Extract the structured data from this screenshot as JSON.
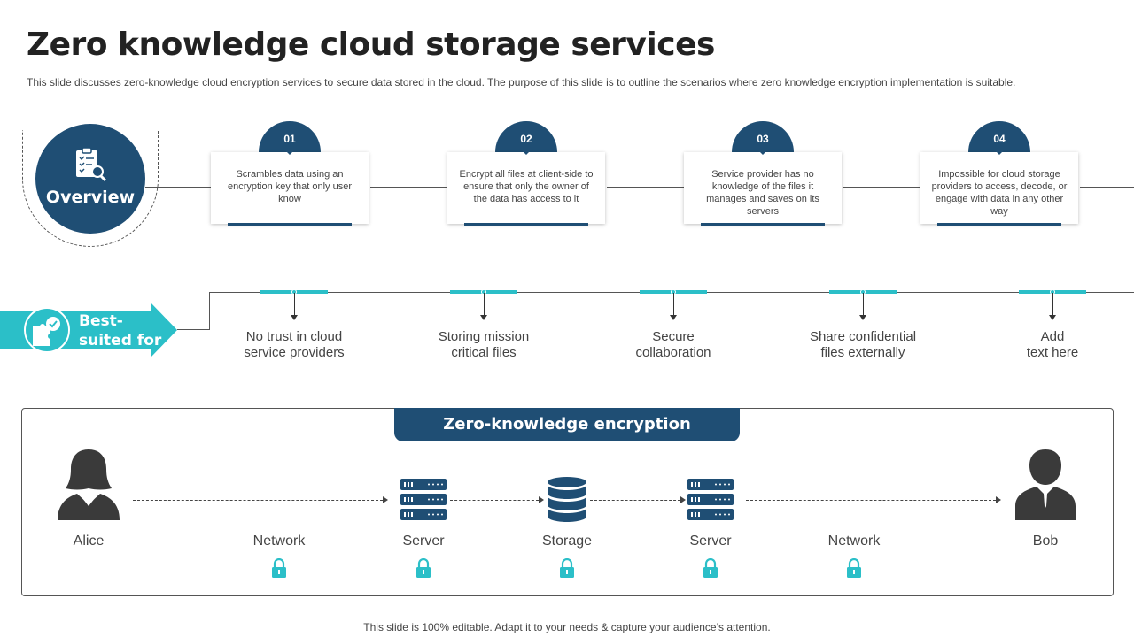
{
  "header": {
    "title": "Zero knowledge cloud storage services",
    "subtitle": "This slide discusses zero-knowledge cloud encryption services to secure data stored in the cloud. The purpose of this slide is to outline the scenarios where zero knowledge encryption implementation is suitable."
  },
  "overview": {
    "label": "Overview",
    "icon": "checklist-magnifier-icon",
    "steps": [
      {
        "number": "01",
        "text": "Scrambles data using an encryption key that only user know"
      },
      {
        "number": "02",
        "text": "Encrypt all files at client-side to ensure that only the owner of the data has access to it"
      },
      {
        "number": "03",
        "text": "Service provider has no knowledge of the files it manages and saves on its servers"
      },
      {
        "number": "04",
        "text": "Impossible for cloud storage providers to access, decode, or engage with data in any other way"
      }
    ]
  },
  "best_suited": {
    "label_line1": "Best-",
    "label_line2": "suited for",
    "icon": "puzzle-check-icon",
    "items": [
      {
        "line1": "No trust in cloud",
        "line2": "service providers"
      },
      {
        "line1": "Storing mission",
        "line2": "critical files"
      },
      {
        "line1": "Secure",
        "line2": "collaboration"
      },
      {
        "line1": "Share confidential",
        "line2": "files externally"
      },
      {
        "line1": "Add",
        "line2": "text here"
      }
    ]
  },
  "encryption": {
    "title": "Zero-knowledge encryption",
    "nodes": [
      "Alice",
      "Network",
      "Server",
      "Storage",
      "Server",
      "Network",
      "Bob"
    ],
    "lock_icon": "lock-icon"
  },
  "footer": "This slide is 100% editable. Adapt it to your needs & capture your audience’s attention.",
  "colors": {
    "navy": "#1f4e74",
    "teal": "#2bbfc8",
    "dark_icon": "#3a3a3a"
  }
}
